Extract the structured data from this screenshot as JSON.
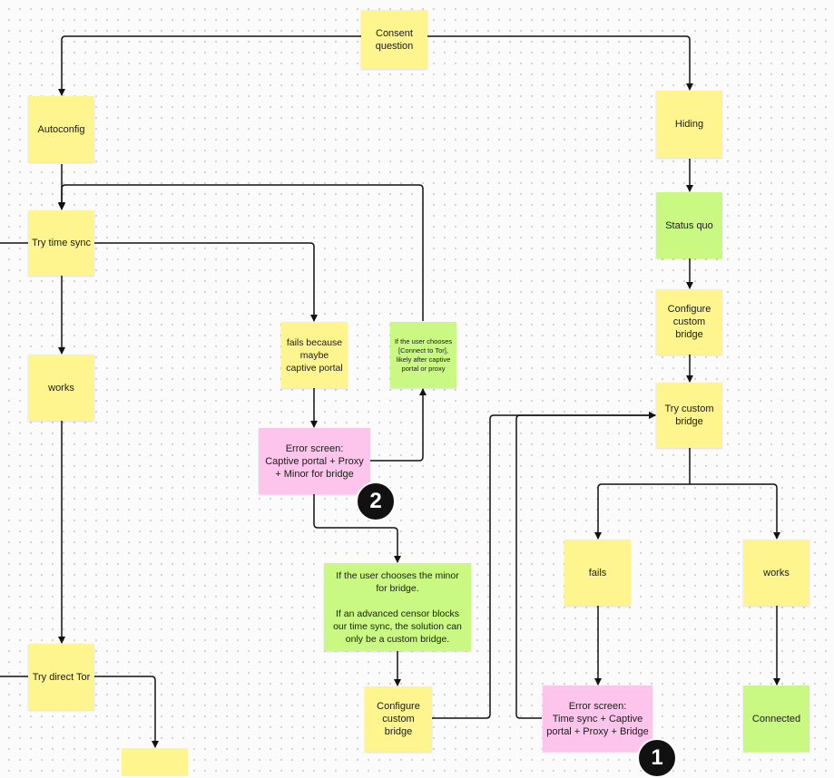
{
  "colors": {
    "yellow": "#fff58f",
    "green": "#c9f883",
    "pink": "#fdc5eb",
    "line": "#111111"
  },
  "notes": {
    "consent": "Consent question",
    "autoconfig": "Autoconfig",
    "hiding": "Hiding",
    "status_quo": "Status quo",
    "configure_custom_bridge_right": "Configure custom bridge",
    "try_time_sync": "Try time sync",
    "works_left": "works",
    "fails_captive": "fails because maybe captive portal",
    "user_connect_tor": "If the user chooses [Connect to Tor], likely after captive portal or proxy",
    "error_captive_proxy": "Error screen:\nCaptive portal + Proxy + Minor for bridge",
    "user_minor_bridge": "If the user chooses the minor for bridge.\n\nIf an advanced censor blocks our time sync, the solution can only be a custom bridge.",
    "try_custom_bridge": "Try custom bridge",
    "fails_right": "fails",
    "works_right": "works",
    "try_direct_tor": "Try direct Tor",
    "configure_custom_bridge_bottom": "Configure custom bridge",
    "error_time_sync": "Error screen:\nTime sync + Captive portal + Proxy + Bridge",
    "connected": "Connected",
    "partial_bottom": ""
  },
  "badges": {
    "two": "2",
    "one": "1"
  }
}
